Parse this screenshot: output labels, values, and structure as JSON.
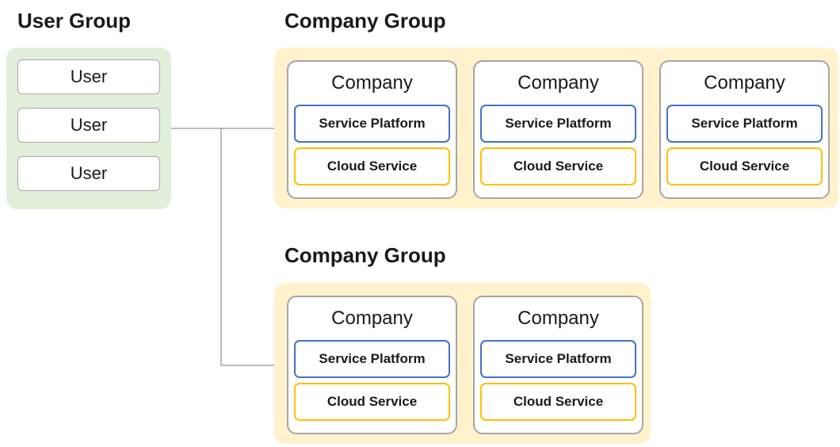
{
  "user_group": {
    "title": "User Group",
    "users": [
      "User",
      "User",
      "User"
    ]
  },
  "company_groups": [
    {
      "title": "Company Group",
      "companies": [
        {
          "title": "Company",
          "service_platform": "Service Platform",
          "cloud_service": "Cloud Service"
        },
        {
          "title": "Company",
          "service_platform": "Service Platform",
          "cloud_service": "Cloud Service"
        },
        {
          "title": "Company",
          "service_platform": "Service Platform",
          "cloud_service": "Cloud Service"
        }
      ]
    },
    {
      "title": "Company Group",
      "companies": [
        {
          "title": "Company",
          "service_platform": "Service Platform",
          "cloud_service": "Cloud Service"
        },
        {
          "title": "Company",
          "service_platform": "Service Platform",
          "cloud_service": "Cloud Service"
        }
      ]
    }
  ],
  "colors": {
    "user_group_bg": "#E2EFDA",
    "company_group_bg": "#FFF2CC",
    "node_border": "#A6A6A6",
    "service_platform_border": "#4472C4",
    "cloud_service_border": "#FFC000",
    "connector_line": "#A6A6A6",
    "text": "#1A1A1A"
  }
}
